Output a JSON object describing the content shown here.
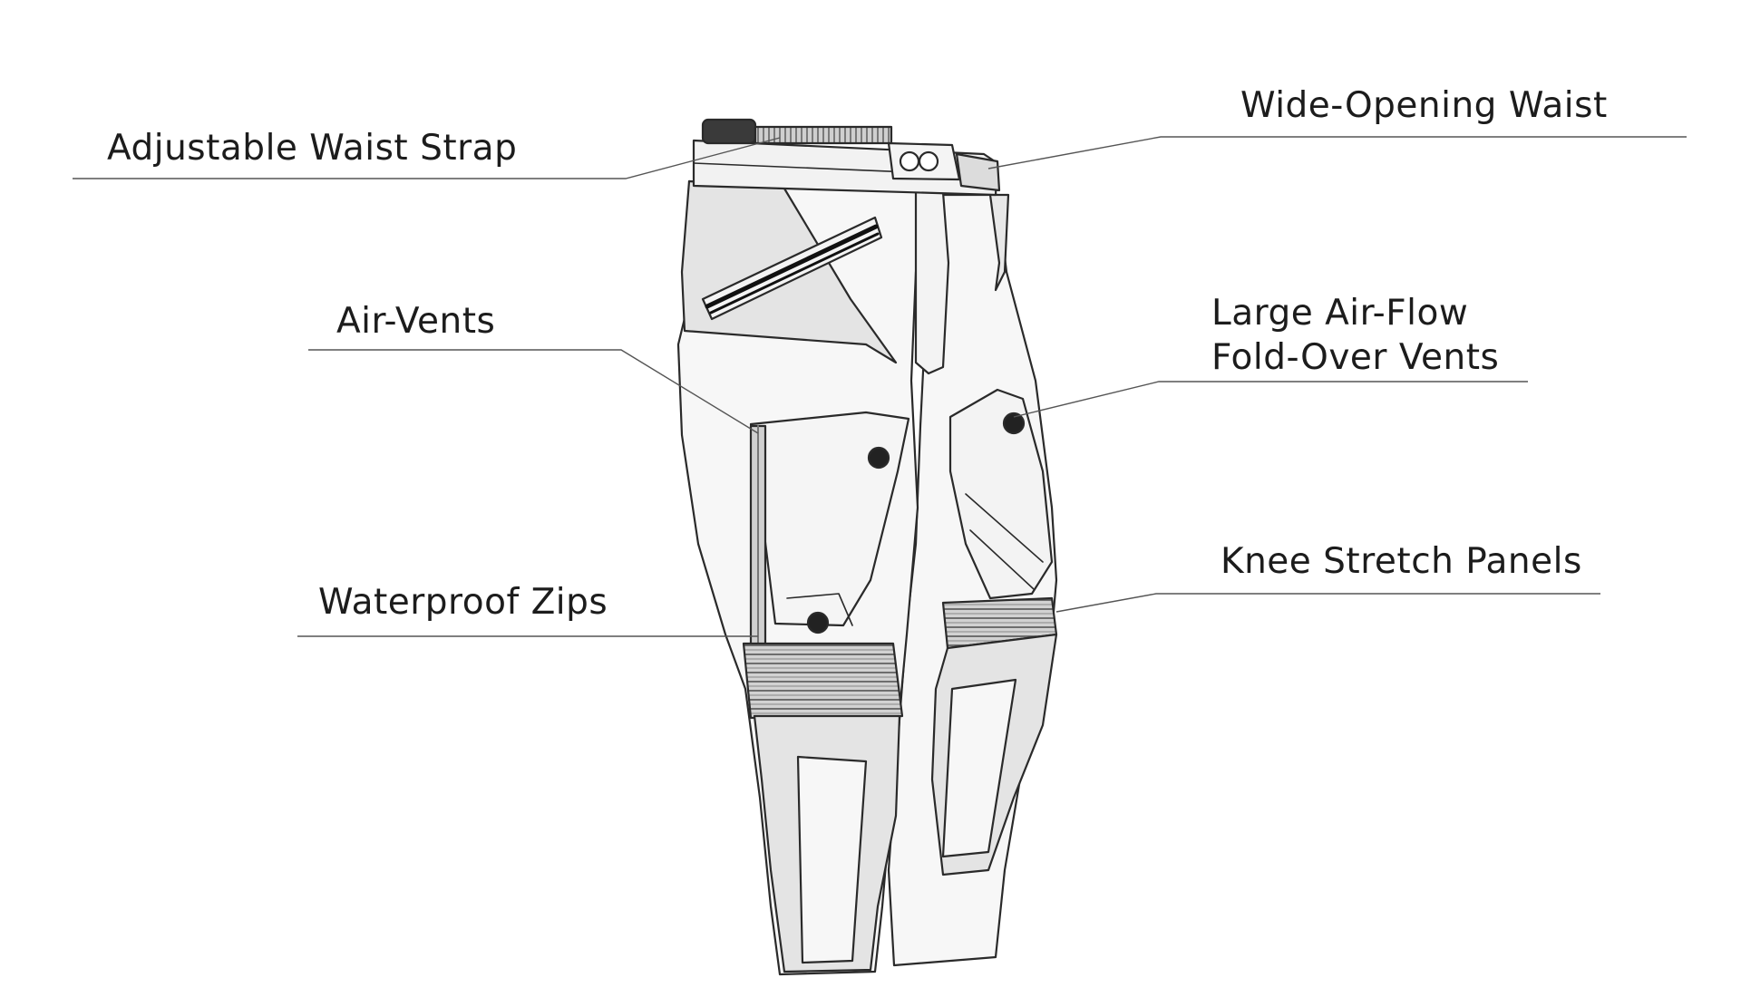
{
  "diagram": {
    "subject": "motorcycle-pants",
    "colors": {
      "line": "#2a2a2a",
      "fabric_light": "#f7f7f7",
      "fabric_grey": "#e4e4e4",
      "stretch_panel": "#cfcfcf",
      "text": "#1c1c1c"
    },
    "callouts": {
      "adjustable_waist_strap": "Adjustable Waist Strap",
      "wide_opening_waist": "Wide-Opening Waist",
      "air_vents": "Air-Vents",
      "large_air_flow_line1": "Large Air-Flow",
      "large_air_flow_line2": "Fold-Over Vents",
      "waterproof_zips": "Waterproof Zips",
      "knee_stretch_panels": "Knee Stretch Panels"
    }
  }
}
